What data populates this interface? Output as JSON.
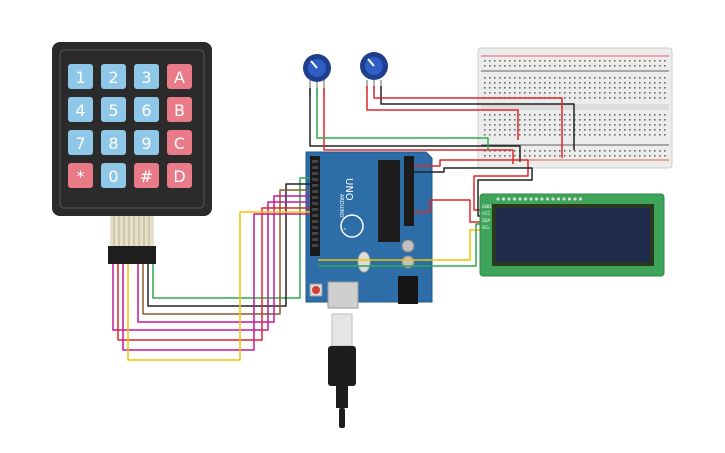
{
  "keypad": {
    "keys": [
      "1",
      "2",
      "3",
      "A",
      "4",
      "5",
      "6",
      "B",
      "7",
      "8",
      "9",
      "C",
      "*",
      "0",
      "#",
      "D"
    ]
  },
  "arduino": {
    "model": "UNO",
    "brand": "ARDUINO"
  },
  "lcd": {
    "pin_labels": [
      "GND",
      "VCC",
      "SDA",
      "SCL"
    ]
  },
  "colors": {
    "keypad_body": "#2b2b2b",
    "key_blue": "#8fc7e8",
    "key_red": "#e87b87",
    "arduino_board": "#2d6ea8",
    "lcd_board": "#3ea45a",
    "lcd_screen": "#1f2b4a",
    "wire_red": "#e0262b",
    "wire_black": "#222222",
    "wire_green": "#2ea84a",
    "wire_yellow": "#f0c400",
    "wire_pink": "#c2189a",
    "wire_brown": "#8b5a2b"
  }
}
